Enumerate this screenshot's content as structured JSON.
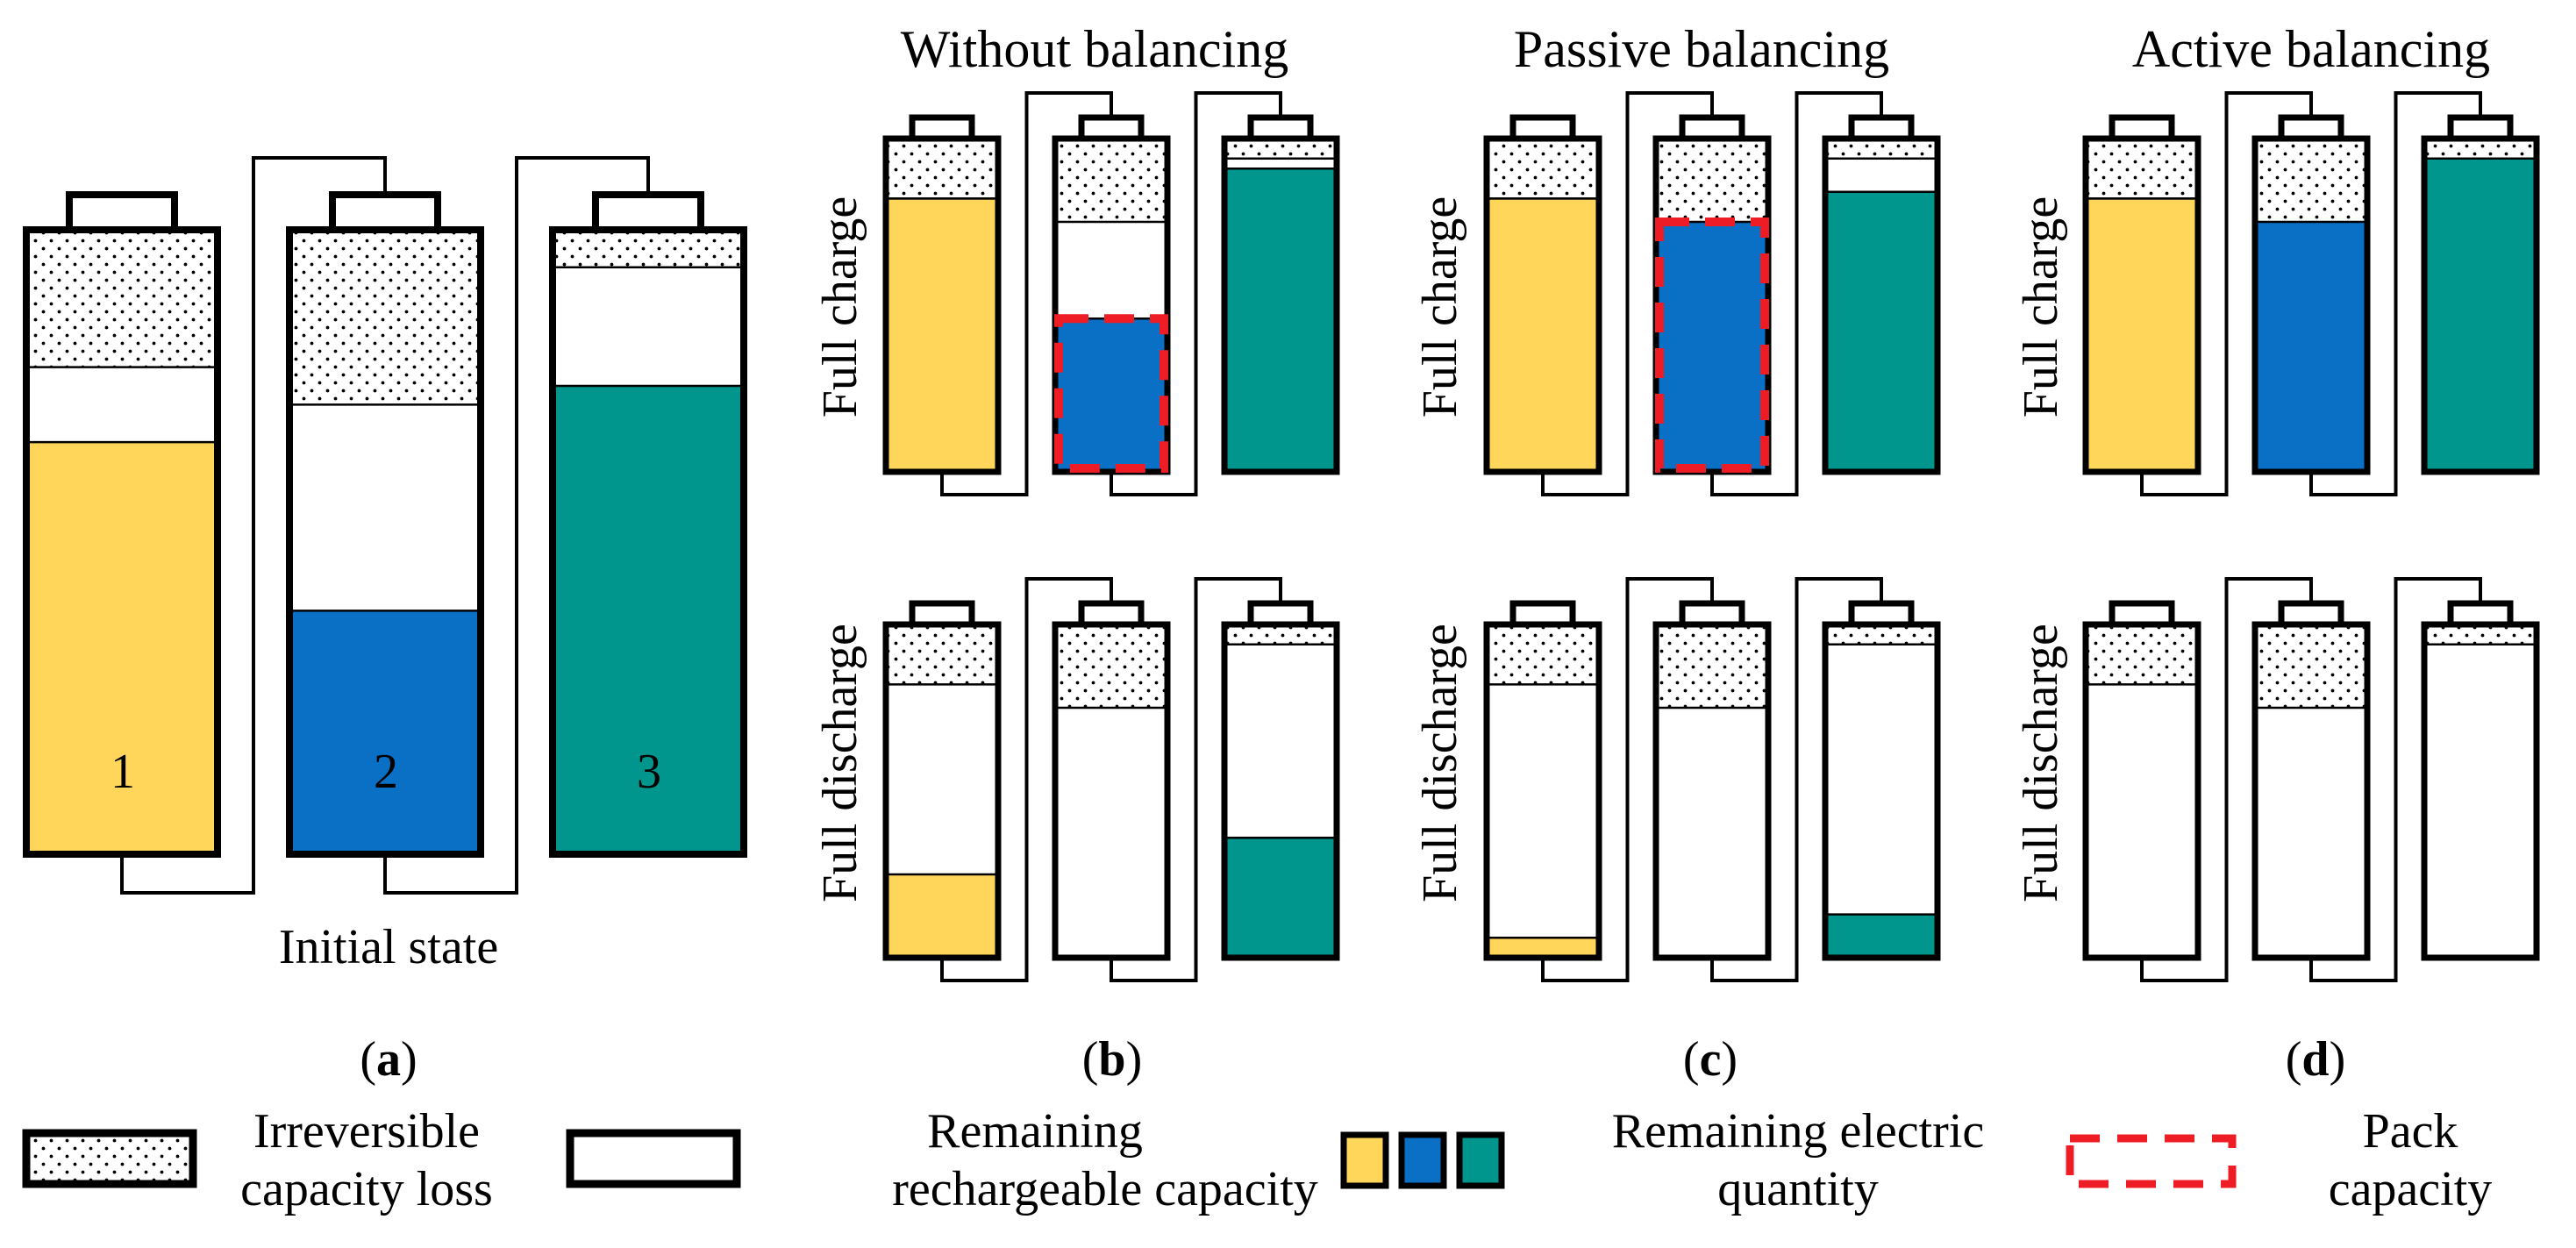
{
  "colors": {
    "cell1": "#FFD65A",
    "cell2": "#0A70C6",
    "cell3": "#00958D",
    "outline": "#000000",
    "pack_outline": "#EE1C25"
  },
  "panel_a": {
    "caption": "Initial state",
    "letter": "a",
    "cell_numbers": [
      "1",
      "2",
      "3"
    ],
    "cells": [
      {
        "loss": 0.22,
        "charge": 0.66
      },
      {
        "loss": 0.28,
        "charge": 0.39
      },
      {
        "loss": 0.06,
        "charge": 0.75
      }
    ]
  },
  "panels": [
    {
      "letter": "b",
      "title": "Without balancing",
      "rows": [
        {
          "label": "Full charge",
          "cells": [
            {
              "loss": 0.18,
              "charge": 0.82
            },
            {
              "loss": 0.25,
              "charge": 0.46,
              "pack": true
            },
            {
              "loss": 0.06,
              "charge": 0.91
            }
          ]
        },
        {
          "label": "Full discharge",
          "cells": [
            {
              "loss": 0.18,
              "charge": 0.25
            },
            {
              "loss": 0.25,
              "charge": 0.0
            },
            {
              "loss": 0.06,
              "charge": 0.36
            }
          ]
        }
      ]
    },
    {
      "letter": "c",
      "title": "Passive balancing",
      "rows": [
        {
          "label": "Full charge",
          "cells": [
            {
              "loss": 0.18,
              "charge": 0.82
            },
            {
              "loss": 0.25,
              "charge": 0.75,
              "pack": true
            },
            {
              "loss": 0.06,
              "charge": 0.84
            }
          ]
        },
        {
          "label": "Full discharge",
          "cells": [
            {
              "loss": 0.18,
              "charge": 0.06
            },
            {
              "loss": 0.25,
              "charge": 0.0
            },
            {
              "loss": 0.06,
              "charge": 0.13
            }
          ]
        }
      ]
    },
    {
      "letter": "d",
      "title": "Active balancing",
      "rows": [
        {
          "label": "Full charge",
          "cells": [
            {
              "loss": 0.18,
              "charge": 0.82
            },
            {
              "loss": 0.25,
              "charge": 0.75
            },
            {
              "loss": 0.06,
              "charge": 0.94
            }
          ]
        },
        {
          "label": "Full discharge",
          "cells": [
            {
              "loss": 0.18,
              "charge": 0.0
            },
            {
              "loss": 0.25,
              "charge": 0.0
            },
            {
              "loss": 0.06,
              "charge": 0.0
            }
          ]
        }
      ]
    }
  ],
  "legend": {
    "irreversible": [
      "Irreversible",
      "capacity loss"
    ],
    "rechargeable": [
      "Remaining",
      "rechargeable capacity"
    ],
    "electric": [
      "Remaining electric",
      "quantity"
    ],
    "pack": [
      "Pack",
      "capacity"
    ]
  }
}
